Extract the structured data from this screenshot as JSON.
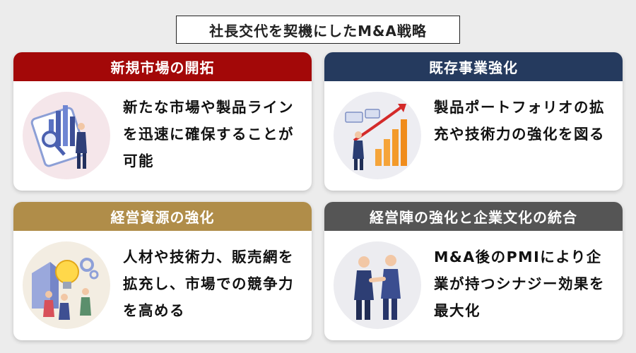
{
  "title": "社長交代を契機にしたM&A戦略",
  "cards": [
    {
      "header": "新規市場の開拓",
      "text": "新たな市場や製品ラインを迅速に確保することが可能",
      "color": "#a30808"
    },
    {
      "header": "既存事業強化",
      "text": "製品ポートフォリオの拡充や技術力の強化を図る",
      "color": "#253a5e"
    },
    {
      "header": "経営資源の強化",
      "text": "人材や技術力、販売網を拡充し、市場での競争力を高める",
      "color": "#b08d49"
    },
    {
      "header": "経営陣の強化と企業文化の統合",
      "text": "M&A後のPMIにより企業が持つシナジー効果を最大化",
      "color": "#555555"
    }
  ]
}
